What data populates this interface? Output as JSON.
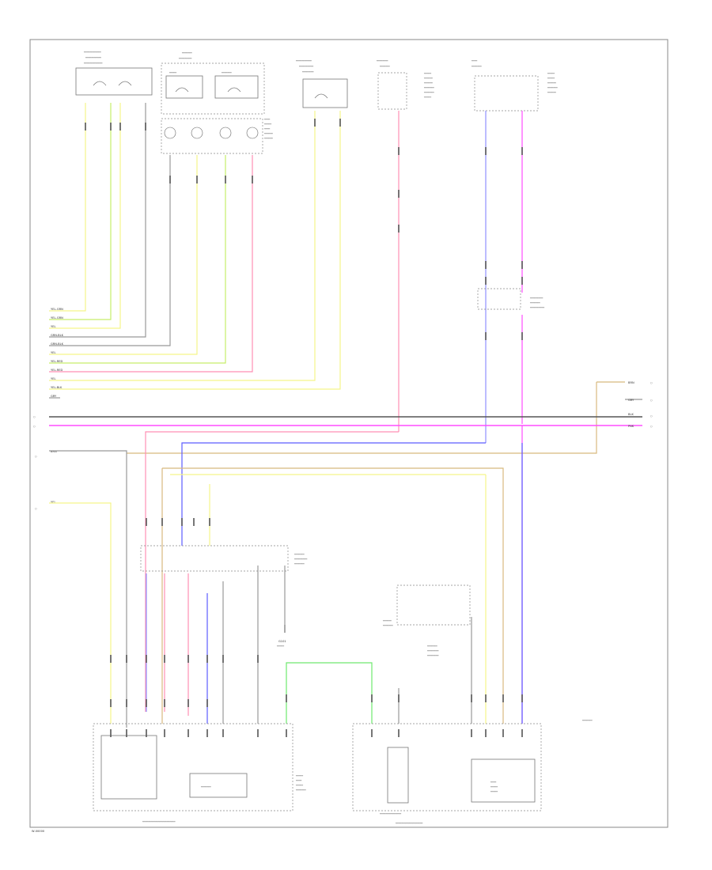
{
  "diagram": {
    "colors": {
      "yellow": "#f5f58a",
      "green_yellow": "#c6ee6a",
      "pink": "#ff8fb4",
      "magenta": "#ff4dff",
      "blue": "#5c5cff",
      "light_blue": "#9090ff",
      "tan": "#d8b97e",
      "lime": "#6fe86f",
      "grey": "#999999"
    },
    "wire_labels": [
      "YEL-GRN",
      "YEL-GRN",
      "YEL",
      "GRN-BLK",
      "GRN-BLK",
      "YEL",
      "YEL-RED",
      "YEL-RED",
      "YEL",
      "YEL-BLK",
      "GRY"
    ],
    "right_labels": [
      "BRN",
      "GRY",
      "BLK",
      "PNK"
    ],
    "side_labels": [
      "BRN",
      "YEL"
    ],
    "ground_label": "G101",
    "footer_label": "W-00000"
  }
}
